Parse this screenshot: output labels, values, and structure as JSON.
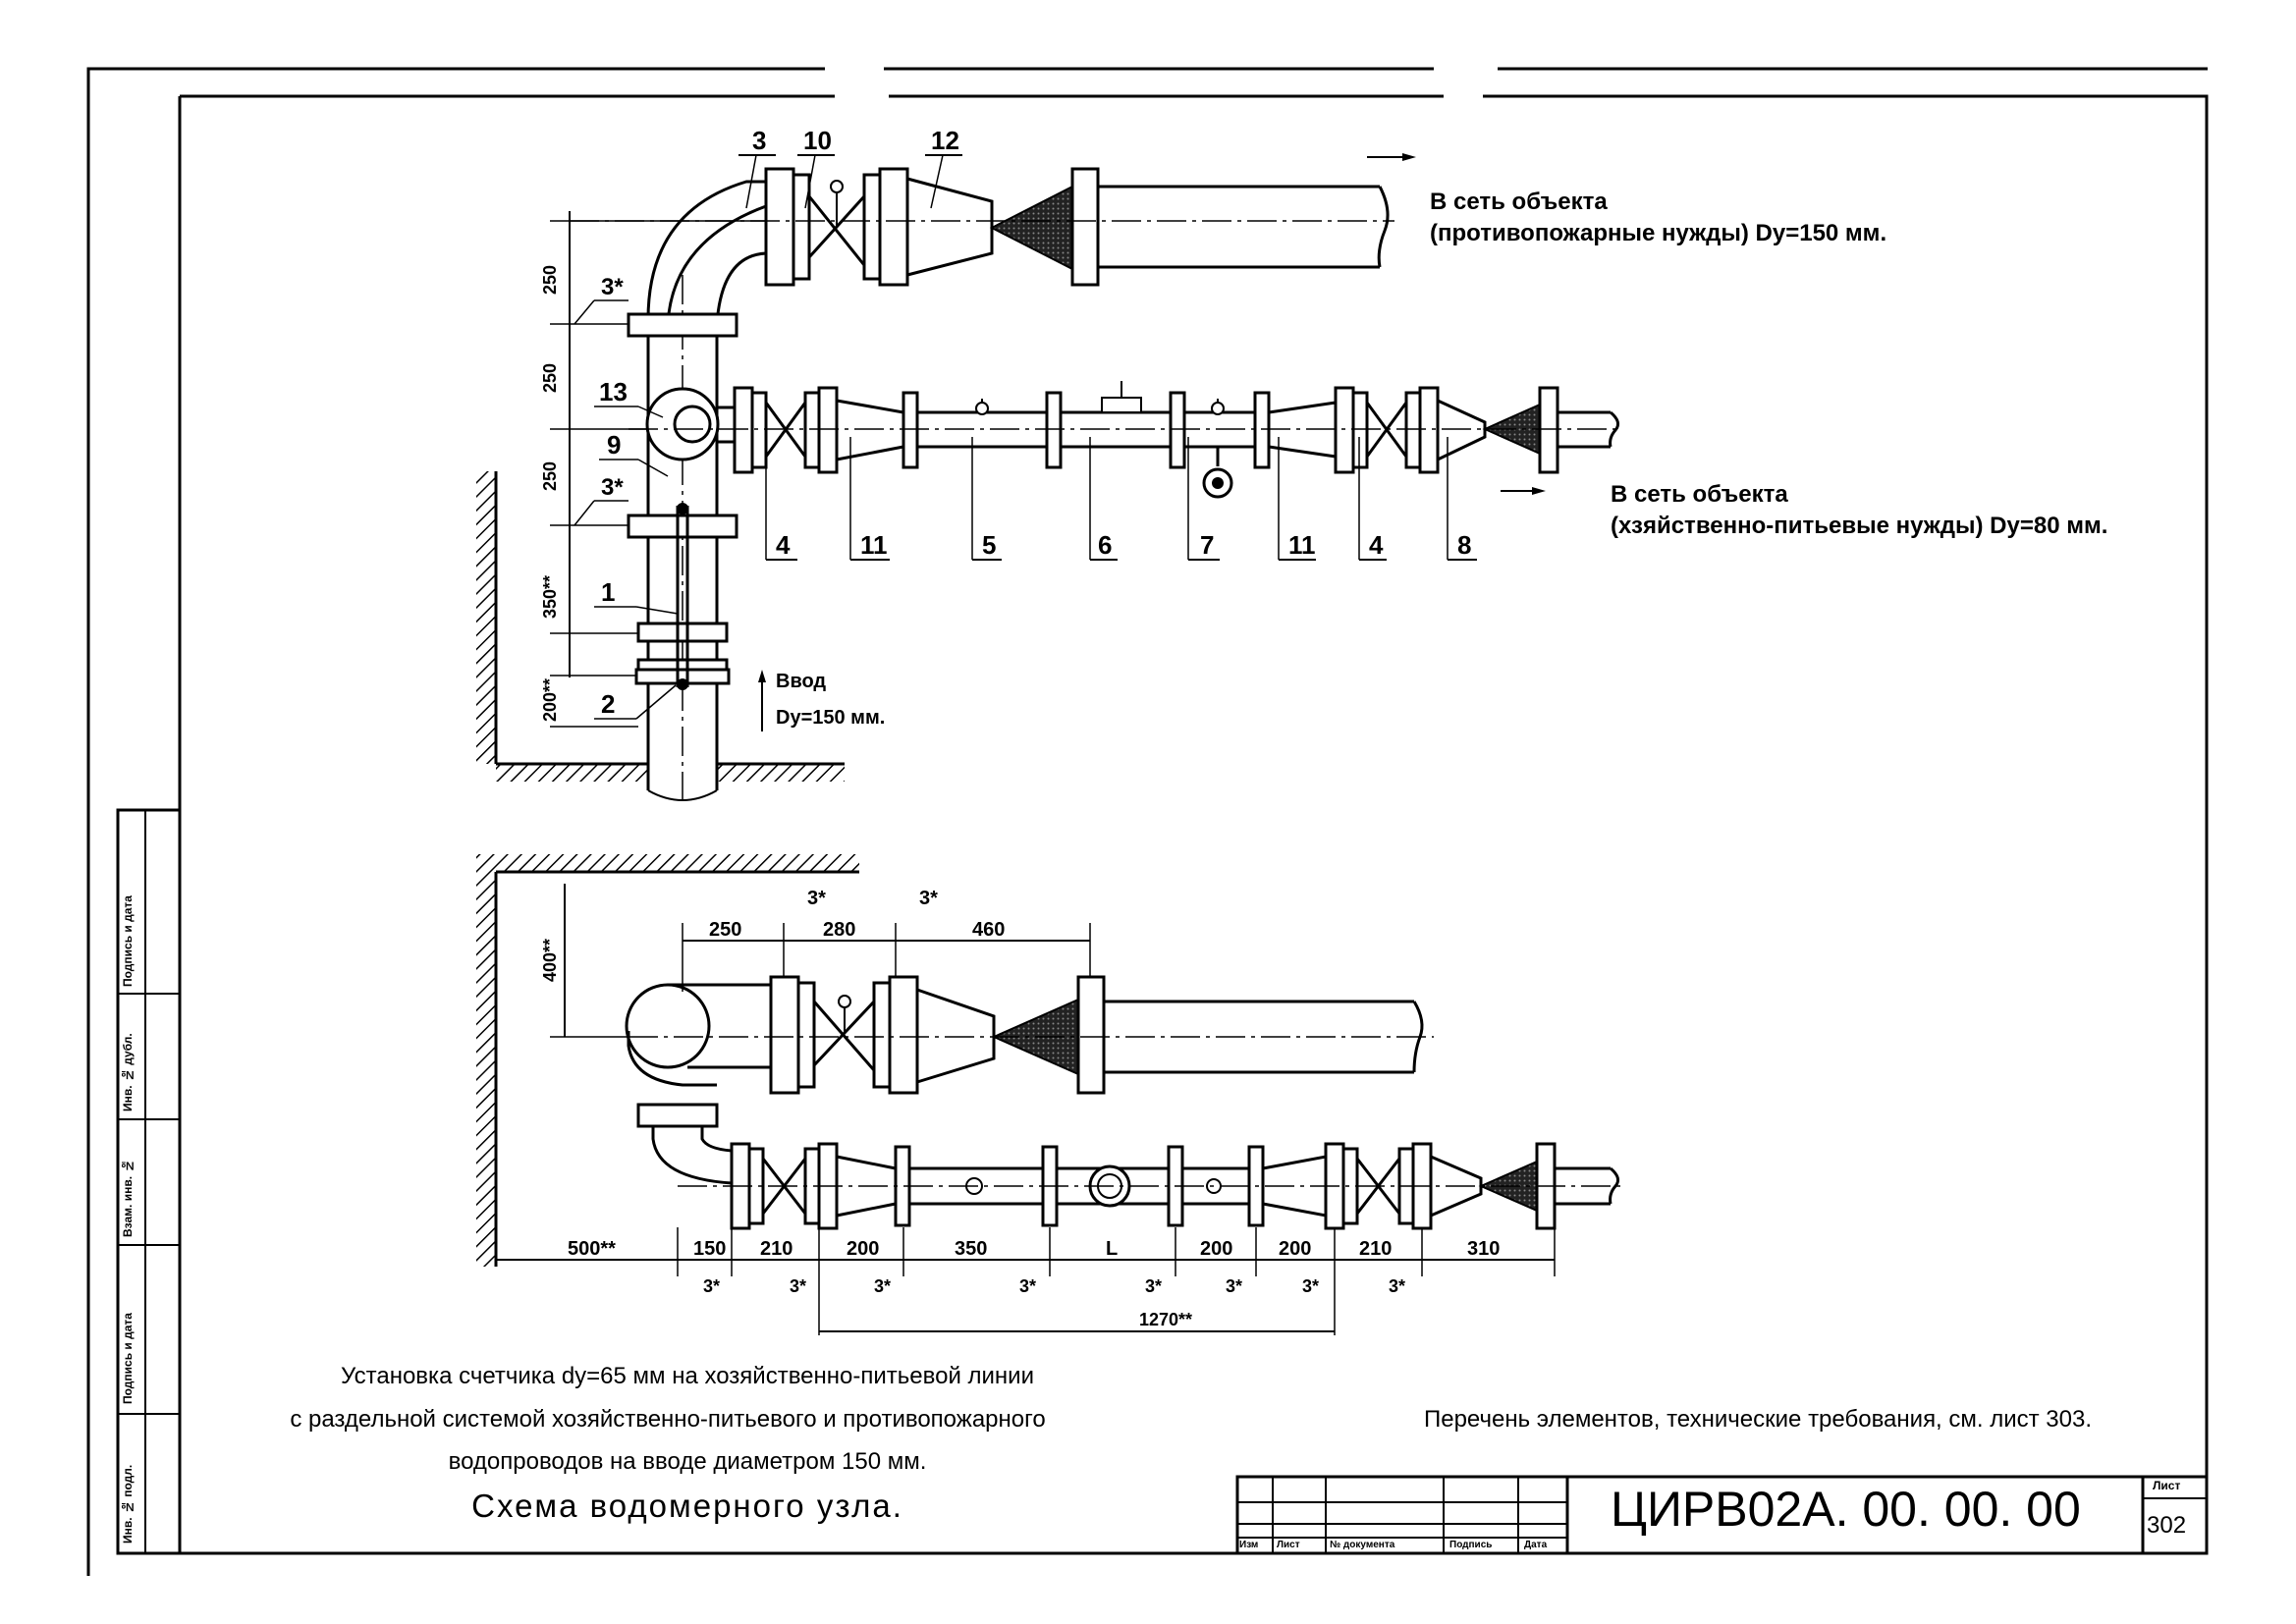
{
  "upper": {
    "labels": [
      "3",
      "10",
      "12",
      "3*",
      "13",
      "9",
      "3*",
      "1",
      "2",
      "4",
      "11",
      "5",
      "6",
      "7",
      "11",
      "4",
      "8"
    ],
    "vertical_dims": [
      "250",
      "250",
      "250",
      "350**",
      "200**"
    ],
    "inlet": "Ввод\nDy=150 мм.",
    "fire_net_1": "В сеть объекта",
    "fire_net_2": "(противопожарные нужды) Dy=150 мм.",
    "house_net_1": "В сеть объекта",
    "house_net_2": "(хзяйственно-питьевые нужды) Dy=80 мм."
  },
  "lower": {
    "top_dims": [
      "250",
      "280",
      "460"
    ],
    "top_marks": [
      "3*",
      "3*"
    ],
    "vertical_dim": "400**",
    "bottom_dims": [
      "500**",
      "150",
      "210",
      "200",
      "350",
      "L",
      "200",
      "200",
      "210",
      "310"
    ],
    "bottom_marks": [
      "3*",
      "3*",
      "3*",
      "3*",
      "3*",
      "3*",
      "3*",
      "3*"
    ],
    "overall_dim": "1270**"
  },
  "notes": {
    "caption_line1": "Установка счетчика dy=65 мм  на хозяйственно-питьевой линии",
    "caption_line2": "с раздельной  системой хозяйственно-питьевого и противопожарного",
    "caption_line3": "водопроводов на вводе диаметром 150 мм.",
    "schema_title": "Схема водомерного узла.",
    "reference": "Перечень элементов, технические требования, см. лист 303."
  },
  "title_block": {
    "code": "ЦИРВ02А. 00. 00. 00",
    "sheet_label": "Лист",
    "sheet_number": "302",
    "columns": [
      "Изм",
      "Лист",
      "№ документа",
      "Подпись",
      "Дата"
    ]
  },
  "side_stamp": [
    "Инв. № подл.",
    "Подпись и дата",
    "Взам. инв. №",
    "Инв. № дубл.",
    "Подпись и дата"
  ]
}
